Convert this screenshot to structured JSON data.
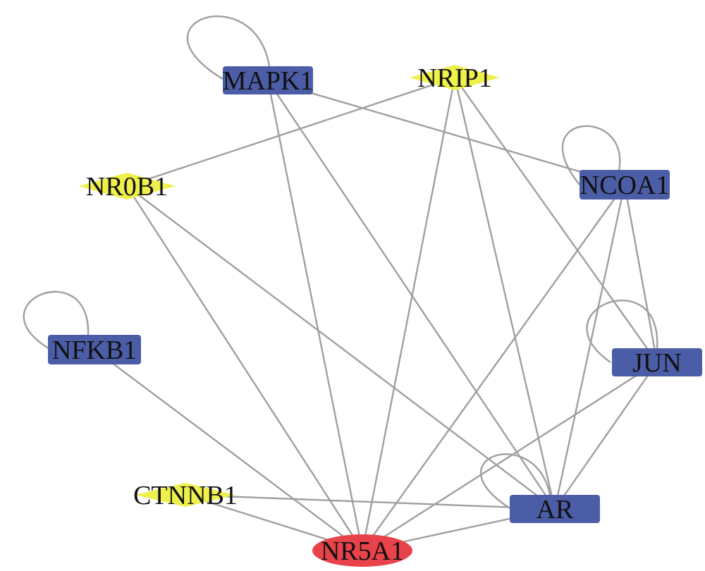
{
  "colors": {
    "rect_node": "#4b5da6",
    "diamond_node": "#eef04c",
    "ellipse_node": "#e8434a",
    "edge": "#a39e9e",
    "label": "#111111"
  },
  "nodes": [
    {
      "id": "MAPK1",
      "label": "MAPK1",
      "shape": "rect",
      "self_loop": true
    },
    {
      "id": "NRIP1",
      "label": "NRIP1",
      "shape": "diamond",
      "self_loop": false
    },
    {
      "id": "NR0B1",
      "label": "NR0B1",
      "shape": "diamond",
      "self_loop": false
    },
    {
      "id": "NCOA1",
      "label": "NCOA1",
      "shape": "rect",
      "self_loop": true
    },
    {
      "id": "NFKB1",
      "label": "NFKB1",
      "shape": "rect",
      "self_loop": true
    },
    {
      "id": "JUN",
      "label": "JUN",
      "shape": "rect",
      "self_loop": true
    },
    {
      "id": "CTNNB1",
      "label": "CTNNB1",
      "shape": "diamond",
      "self_loop": false
    },
    {
      "id": "AR",
      "label": "AR",
      "shape": "rect",
      "self_loop": true
    },
    {
      "id": "NR5A1",
      "label": "NR5A1",
      "shape": "ellipse",
      "self_loop": false
    }
  ],
  "edges": [
    [
      "MAPK1",
      "NCOA1"
    ],
    [
      "MAPK1",
      "NR5A1"
    ],
    [
      "MAPK1",
      "AR"
    ],
    [
      "NRIP1",
      "NR0B1"
    ],
    [
      "NRIP1",
      "NR5A1"
    ],
    [
      "NRIP1",
      "AR"
    ],
    [
      "NRIP1",
      "JUN"
    ],
    [
      "NR0B1",
      "NR5A1"
    ],
    [
      "NR0B1",
      "AR"
    ],
    [
      "NCOA1",
      "NR5A1"
    ],
    [
      "NCOA1",
      "AR"
    ],
    [
      "NCOA1",
      "JUN"
    ],
    [
      "NFKB1",
      "NR5A1"
    ],
    [
      "JUN",
      "AR"
    ],
    [
      "JUN",
      "NR5A1"
    ],
    [
      "CTNNB1",
      "NR5A1"
    ],
    [
      "CTNNB1",
      "AR"
    ],
    [
      "AR",
      "NR5A1"
    ]
  ]
}
